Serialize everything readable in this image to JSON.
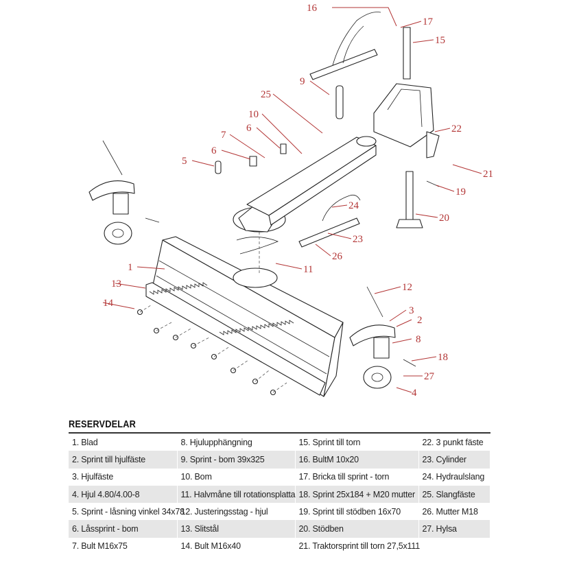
{
  "diagram": {
    "callouts": [
      {
        "id": "1",
        "label": "1"
      },
      {
        "id": "2",
        "label": "2"
      },
      {
        "id": "3",
        "label": "3"
      },
      {
        "id": "4",
        "label": "4"
      },
      {
        "id": "5",
        "label": "5"
      },
      {
        "id": "6a",
        "label": "6"
      },
      {
        "id": "6b",
        "label": "6"
      },
      {
        "id": "7",
        "label": "7"
      },
      {
        "id": "8",
        "label": "8"
      },
      {
        "id": "9",
        "label": "9"
      },
      {
        "id": "10",
        "label": "10"
      },
      {
        "id": "11",
        "label": "11"
      },
      {
        "id": "12",
        "label": "12"
      },
      {
        "id": "13",
        "label": "13"
      },
      {
        "id": "14",
        "label": "14"
      },
      {
        "id": "15",
        "label": "15"
      },
      {
        "id": "16",
        "label": "16"
      },
      {
        "id": "17",
        "label": "17"
      },
      {
        "id": "18",
        "label": "18"
      },
      {
        "id": "19",
        "label": "19"
      },
      {
        "id": "20",
        "label": "20"
      },
      {
        "id": "21",
        "label": "21"
      },
      {
        "id": "22",
        "label": "22"
      },
      {
        "id": "23",
        "label": "23"
      },
      {
        "id": "24",
        "label": "24"
      },
      {
        "id": "25",
        "label": "25"
      },
      {
        "id": "26",
        "label": "26"
      },
      {
        "id": "27",
        "label": "27"
      }
    ]
  },
  "parts": {
    "heading": "RESERVDELAR",
    "rows": [
      [
        "1. Blad",
        "8. Hjulupphängning",
        "15. Sprint till torn",
        "22. 3 punkt fäste"
      ],
      [
        "2. Sprint till hjulfäste",
        "9.  Sprint - bom 39x325",
        "16. BultM 10x20",
        "23. Cylinder"
      ],
      [
        "3. Hjulfäste",
        "10. Bom",
        "17. Bricka till sprint - torn",
        "24. Hydraulslang"
      ],
      [
        "4. Hjul 4.80/4.00-8",
        "11. Halvmåne till rotationsplatta",
        "18. Sprint 25x184 + M20 mutter",
        "25. Slangfäste"
      ],
      [
        "5. Sprint - låsning vinkel 34x78",
        "12. Justeringsstag - hjul",
        "19. Sprint till stödben 16x70",
        "26. Mutter M18"
      ],
      [
        "6. Låssprint - bom",
        "13. Slitstål",
        "20. Stödben",
        "27. Hylsa"
      ],
      [
        "7. Bult M16x75",
        "14. Bult M16x40",
        "21. Traktorsprint till torn 27,5x111",
        ""
      ]
    ]
  }
}
